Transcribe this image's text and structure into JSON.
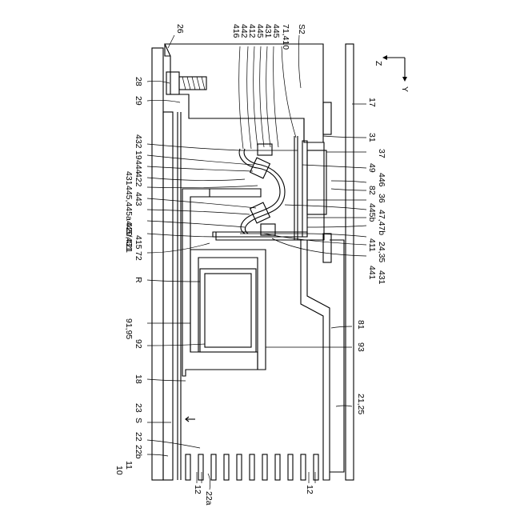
{
  "figure": {
    "labels": [
      {
        "id": "l26",
        "text": "26"
      },
      {
        "id": "l28",
        "text": "28"
      },
      {
        "id": "l29",
        "text": "29"
      },
      {
        "id": "l432",
        "text": "432"
      },
      {
        "id": "l19",
        "text": "19"
      },
      {
        "id": "l444",
        "text": "444"
      },
      {
        "id": "l431a",
        "text": "431"
      },
      {
        "id": "l422",
        "text": "422"
      },
      {
        "id": "l445a",
        "text": "445,445a"
      },
      {
        "id": "l443",
        "text": "443"
      },
      {
        "id": "l445b431",
        "text": "445/431"
      },
      {
        "id": "l420",
        "text": "420,421"
      },
      {
        "id": "l415",
        "text": "415"
      },
      {
        "id": "l72",
        "text": "72"
      },
      {
        "id": "lR",
        "text": "R"
      },
      {
        "id": "l9195",
        "text": "91,95"
      },
      {
        "id": "l92",
        "text": "92"
      },
      {
        "id": "l18",
        "text": "18"
      },
      {
        "id": "l23",
        "text": "23"
      },
      {
        "id": "lS",
        "text": "S"
      },
      {
        "id": "l22",
        "text": "22"
      },
      {
        "id": "l22b",
        "text": "22b"
      },
      {
        "id": "l11",
        "text": "11"
      },
      {
        "id": "l10",
        "text": "10"
      },
      {
        "id": "l12a",
        "text": "12"
      },
      {
        "id": "l22a",
        "text": "22a"
      },
      {
        "id": "l12b",
        "text": "12"
      },
      {
        "id": "l2125",
        "text": "21,25"
      },
      {
        "id": "l93",
        "text": "93"
      },
      {
        "id": "l81",
        "text": "81"
      },
      {
        "id": "l431b",
        "text": "431"
      },
      {
        "id": "l441",
        "text": "441"
      },
      {
        "id": "l2435",
        "text": "24,35"
      },
      {
        "id": "l411",
        "text": "411"
      },
      {
        "id": "l4747b",
        "text": "47,47b"
      },
      {
        "id": "l445b",
        "text": "445b"
      },
      {
        "id": "l36",
        "text": "36"
      },
      {
        "id": "l82",
        "text": "82"
      },
      {
        "id": "l446",
        "text": "446"
      },
      {
        "id": "l49",
        "text": "49"
      },
      {
        "id": "l37",
        "text": "37"
      },
      {
        "id": "l31",
        "text": "31"
      },
      {
        "id": "l17",
        "text": "17"
      },
      {
        "id": "l416",
        "text": "416"
      },
      {
        "id": "l442",
        "text": "442"
      },
      {
        "id": "l412",
        "text": "412"
      },
      {
        "id": "l445t",
        "text": "445"
      },
      {
        "id": "l431t",
        "text": "431"
      },
      {
        "id": "l445t2",
        "text": "445"
      },
      {
        "id": "l71410",
        "text": "71,410"
      },
      {
        "id": "lS2",
        "text": "S2"
      }
    ],
    "axes": {
      "z": "Z",
      "y": "Y"
    }
  }
}
